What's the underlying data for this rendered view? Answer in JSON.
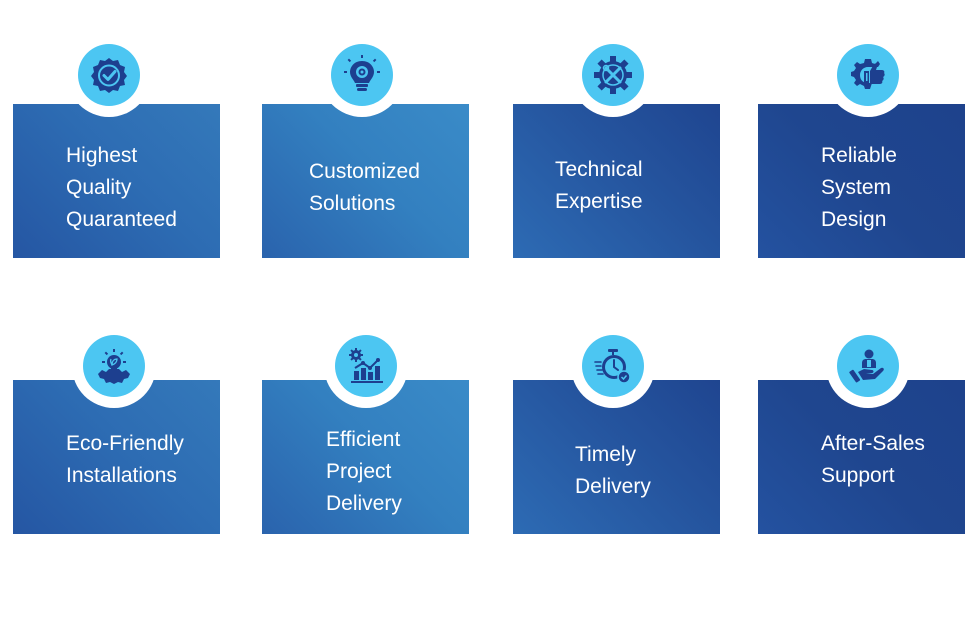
{
  "colors": {
    "icon_circle": "#4cc6f2",
    "icon_glyph": "#1d3f8f",
    "card_text": "#ffffff",
    "background": "#ffffff"
  },
  "features": [
    {
      "label": "Highest\nQuality\nQuaranteed",
      "icon": "quality-badge-check-icon"
    },
    {
      "label": "Customized\nSolutions",
      "icon": "lightbulb-gear-icon"
    },
    {
      "label": "Technical\nExpertise",
      "icon": "gear-wrench-screwdriver-icon"
    },
    {
      "label": "Reliable\nSystem\nDesign",
      "icon": "gear-thumbs-up-icon"
    },
    {
      "label": "Eco-Friendly\nInstallations",
      "icon": "eco-lightbulb-gear-icon"
    },
    {
      "label": "Efficient\nProject\nDelivery",
      "icon": "gear-bar-chart-icon"
    },
    {
      "label": "Timely\nDelivery",
      "icon": "stopwatch-check-icon"
    },
    {
      "label": "After-Sales\nSupport",
      "icon": "hand-user-support-icon"
    }
  ]
}
